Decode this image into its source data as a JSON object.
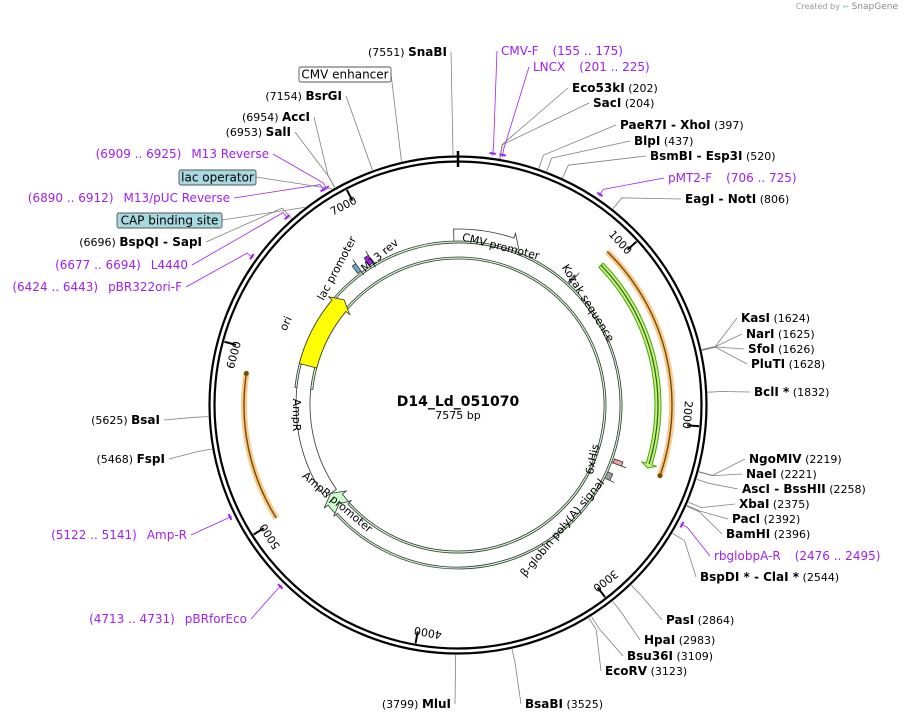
{
  "app": {
    "credit_prefix": "Created by",
    "credit_brand": "SnapGene"
  },
  "plasmid": {
    "name": "D14_Ld_051070",
    "length_label": "7575 bp",
    "length": 7575
  },
  "ruler_ticks": [
    {
      "pos": 1000,
      "label": "1000"
    },
    {
      "pos": 2000,
      "label": "2000"
    },
    {
      "pos": 3000,
      "label": "3000"
    },
    {
      "pos": 4000,
      "label": "4000"
    },
    {
      "pos": 5000,
      "label": "5000"
    },
    {
      "pos": 6000,
      "label": "6000"
    },
    {
      "pos": 7000,
      "label": "7000"
    }
  ],
  "enzymes_right": [
    {
      "pos": 202,
      "names": [
        "Eco53kI"
      ],
      "coord": "(202)"
    },
    {
      "pos": 204,
      "names": [
        "SacI"
      ],
      "coord": "(204)"
    },
    {
      "pos": 397,
      "names": [
        "PaeR7I",
        "XhoI"
      ],
      "coord": "(397)"
    },
    {
      "pos": 437,
      "names": [
        "BlpI"
      ],
      "coord": "(437)"
    },
    {
      "pos": 520,
      "names": [
        "BsmBI",
        "Esp3I"
      ],
      "coord": "(520)"
    },
    {
      "pos": 806,
      "names": [
        "EagI",
        "NotI"
      ],
      "coord": "(806)"
    },
    {
      "pos": 1624,
      "names": [
        "KasI"
      ],
      "coord": "(1624)"
    },
    {
      "pos": 1625,
      "names": [
        "NarI"
      ],
      "coord": "(1625)"
    },
    {
      "pos": 1626,
      "names": [
        "SfoI"
      ],
      "coord": "(1626)"
    },
    {
      "pos": 1628,
      "names": [
        "PluTI"
      ],
      "coord": "(1628)"
    },
    {
      "pos": 1832,
      "names": [
        "BclI *"
      ],
      "coord": "(1832)"
    },
    {
      "pos": 2219,
      "names": [
        "NgoMIV"
      ],
      "coord": "(2219)"
    },
    {
      "pos": 2221,
      "names": [
        "NaeI"
      ],
      "coord": "(2221)"
    },
    {
      "pos": 2258,
      "names": [
        "AscI",
        "BssHII"
      ],
      "coord": "(2258)"
    },
    {
      "pos": 2375,
      "names": [
        "XbaI"
      ],
      "coord": "(2375)"
    },
    {
      "pos": 2392,
      "names": [
        "PacI"
      ],
      "coord": "(2392)"
    },
    {
      "pos": 2396,
      "names": [
        "BamHI"
      ],
      "coord": "(2396)"
    },
    {
      "pos": 2544,
      "names": [
        "BspDI *",
        "ClaI *"
      ],
      "coord": "(2544)"
    },
    {
      "pos": 2864,
      "names": [
        "PasI"
      ],
      "coord": "(2864)"
    },
    {
      "pos": 2983,
      "names": [
        "HpaI"
      ],
      "coord": "(2983)"
    },
    {
      "pos": 3109,
      "names": [
        "Bsu36I"
      ],
      "coord": "(3109)"
    },
    {
      "pos": 3123,
      "names": [
        "EcoRV"
      ],
      "coord": "(3123)"
    },
    {
      "pos": 3525,
      "names": [
        "BsaBI"
      ],
      "coord": "(3525)"
    }
  ],
  "enzymes_left": [
    {
      "pos": 7551,
      "names": [
        "SnaBI"
      ],
      "coord": "(7551)"
    },
    {
      "pos": 7154,
      "names": [
        "BsrGI"
      ],
      "coord": "(7154)"
    },
    {
      "pos": 6954,
      "names": [
        "AccI"
      ],
      "coord": "(6954)"
    },
    {
      "pos": 6953,
      "names": [
        "SalI"
      ],
      "coord": "(6953)"
    },
    {
      "pos": 6696,
      "names": [
        "BspQI",
        "SapI"
      ],
      "coord": "(6696)"
    },
    {
      "pos": 5625,
      "names": [
        "BsaI"
      ],
      "coord": "(5625)"
    },
    {
      "pos": 5468,
      "names": [
        "FspI"
      ],
      "coord": "(5468)"
    },
    {
      "pos": 3799,
      "names": [
        "MluI"
      ],
      "coord": "(3799)"
    }
  ],
  "primers": [
    {
      "name": "CMV-F",
      "range": "(155 .. 175)",
      "pos": 165
    },
    {
      "name": "LNCX",
      "range": "(201 .. 225)",
      "pos": 213
    },
    {
      "name": "pMT2-F",
      "range": "(706 .. 725)",
      "pos": 715
    },
    {
      "name": "rbglobpA-R",
      "range": "(2476 .. 2495)",
      "pos": 2485
    },
    {
      "name": "pBRforEco",
      "range": "(4713 .. 4731)",
      "pos": 4722
    },
    {
      "name": "Amp-R",
      "range": "(5122 .. 5141)",
      "pos": 5131
    },
    {
      "name": "pBR322ori-F",
      "range": "(6424 .. 6443)",
      "pos": 6433
    },
    {
      "name": "L4440",
      "range": "(6677 .. 6694)",
      "pos": 6685
    },
    {
      "name": "M13/pUC Reverse",
      "range": "(6890 .. 6912)",
      "pos": 6901
    },
    {
      "name": "M13 Reverse",
      "range": "(6909 .. 6925)",
      "pos": 6917
    }
  ],
  "boxed_features": [
    {
      "name": "CMV enhancer",
      "style": "white",
      "pos": 7300
    },
    {
      "name": "lac operator",
      "style": "teal",
      "pos": 6940
    },
    {
      "name": "CAP binding site",
      "style": "teal",
      "pos": 6780
    }
  ],
  "inner_features": [
    {
      "name": "CMV promoter",
      "start": 7545,
      "end": 445,
      "color": "#ffffff",
      "lane": 0
    },
    {
      "name": "Kozak sequence",
      "start": 880,
      "end": 895,
      "color": "#808080",
      "lane": 1
    },
    {
      "name": "6xHis",
      "start": 2295,
      "end": 2325,
      "color": "#f4a0a0",
      "lane": 1
    },
    {
      "name": "β-globin poly(A) signal",
      "start": 2400,
      "end": 2450,
      "color": "#a0a0a0",
      "lane": 2
    },
    {
      "name": "AmpR",
      "start": 4950,
      "end": 5810,
      "color": "#ccffcc",
      "lane": 1
    },
    {
      "name": "AmpR promoter",
      "start": 4845,
      "end": 4950,
      "color": "#ffffff",
      "lane": 1
    },
    {
      "name": "ori",
      "start": 5990,
      "end": 6580,
      "color": "#ffff00",
      "lane": 1
    },
    {
      "name": "lac promoter",
      "start": 6790,
      "end": 6820,
      "color": "#66aacc",
      "lane": 1
    },
    {
      "name": "M13 rev",
      "start": 6890,
      "end": 6925,
      "color": "#a020f0",
      "lane": 1
    }
  ],
  "orfs": [
    {
      "start": 930,
      "end": 2300,
      "color": "#f0a030",
      "direction": "forward"
    },
    {
      "start": 5010,
      "end": 5860,
      "color": "#f0a030",
      "direction": "forward"
    }
  ],
  "green_cds": {
    "start": 960,
    "end": 2280,
    "color": "#44aa00"
  },
  "colors": {
    "backbone": "#000000",
    "primer": "#a020f0",
    "enzyme_line": "#808080",
    "teal_box": "#a8d8e0"
  }
}
